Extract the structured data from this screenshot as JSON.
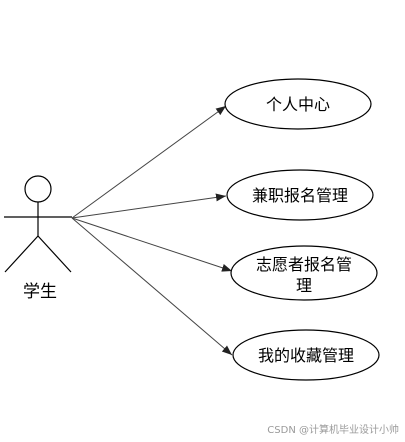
{
  "actor": {
    "label": "学生"
  },
  "use_cases": [
    {
      "lines": [
        "个人中心"
      ]
    },
    {
      "lines": [
        "兼职报名管理"
      ]
    },
    {
      "lines": [
        "志愿者报名管",
        "理"
      ]
    },
    {
      "lines": [
        "我的收藏管理"
      ]
    }
  ],
  "watermark": "CSDN @计算机毕业设计小帅",
  "colors": {
    "stroke": "#000000",
    "association": "#444444",
    "watermark": "#9a9a9a"
  }
}
